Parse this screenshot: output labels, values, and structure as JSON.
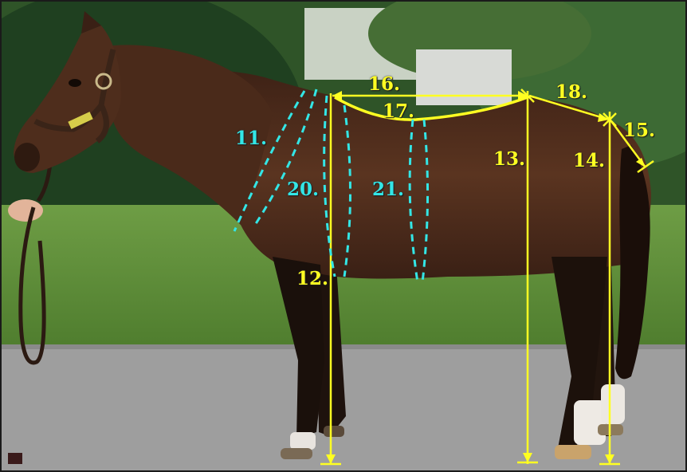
{
  "colors": {
    "yellow": "#ffff22",
    "cyan": "#33e6e6",
    "frame": "#1a1a1a",
    "coat": "#4a2a1a",
    "grass": "#5f8f3a",
    "road": "#9c9c9c"
  },
  "labels": {
    "l11": "11.",
    "l12": "12.",
    "l13": "13.",
    "l14": "14.",
    "l15": "15.",
    "l16": "16.",
    "l17": "17.",
    "l18": "18.",
    "l20": "20.",
    "l21": "21."
  }
}
